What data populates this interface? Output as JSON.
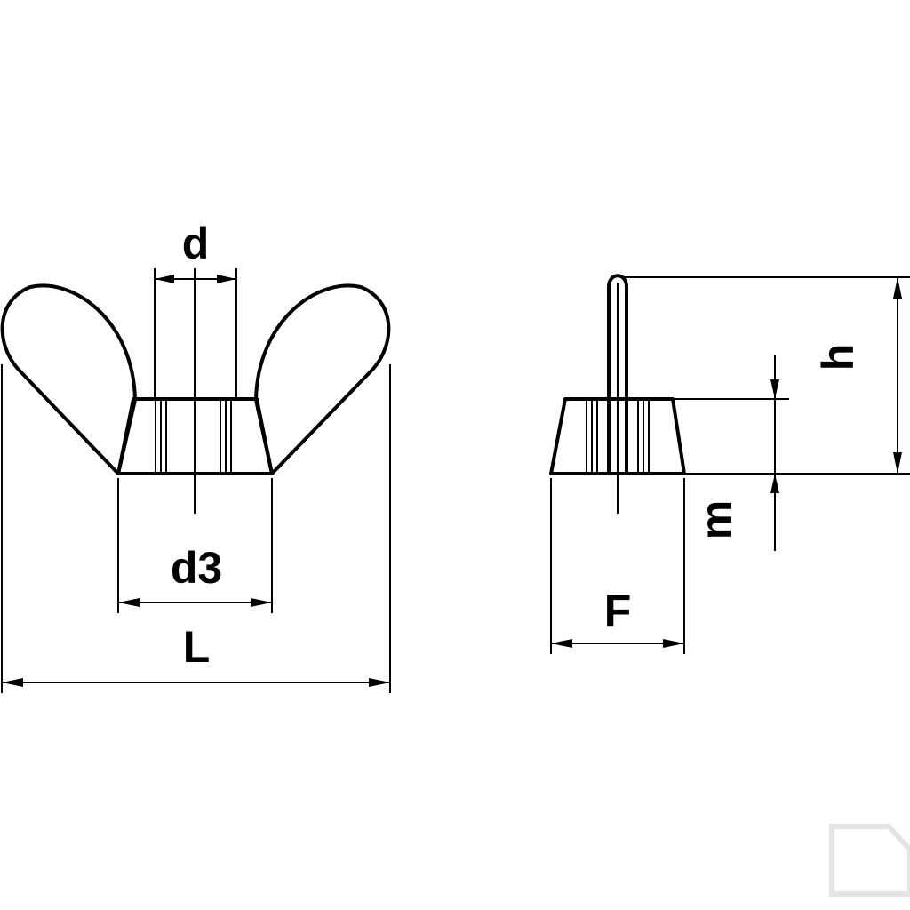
{
  "labels": {
    "d": "d",
    "d3": "d3",
    "L": "L",
    "F": "F",
    "h": "h",
    "m": "m"
  },
  "colors": {
    "line": "#000000",
    "background": "#ffffff",
    "watermark": "#e4e4e4"
  },
  "watermark_icon": "letter-d-logo-icon"
}
